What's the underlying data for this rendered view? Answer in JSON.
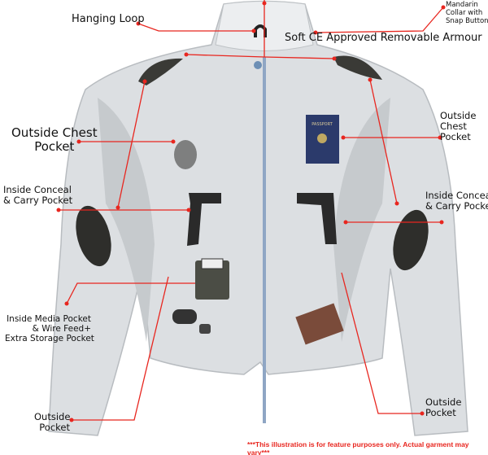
{
  "labels": {
    "hanging_loop": "Hanging Loop",
    "mandarin_collar": [
      "Mandarin",
      "Collar with",
      "Snap Button"
    ],
    "armour": "Soft CE Approved Removable Armour",
    "outside_chest_left": [
      "Outside Chest",
      "Pocket"
    ],
    "outside_chest_right": [
      "Outside",
      "Chest",
      "Pocket"
    ],
    "conceal_left": [
      "Inside Conceal",
      "& Carry Pocket"
    ],
    "conceal_right": [
      "Inside Conceal",
      "& Carry Pocket"
    ],
    "media_pocket": [
      "Inside Media Pocket",
      "& Wire Feed+",
      "Extra Storage Pocket"
    ],
    "outside_pocket_left": [
      "Outside",
      "Pocket"
    ],
    "outside_pocket_right": [
      "Outside",
      "Pocket"
    ]
  },
  "disclaimer": "***This illustration is for feature purposes only.  Actual garment may vary***",
  "passport_text": "PASSPORT",
  "colors": {
    "leader": "#e8261f",
    "jacket": "#d9dcdf",
    "armour": "#3a3a36",
    "passport": "#2b3a6b",
    "wallet": "#7a4b3a"
  }
}
